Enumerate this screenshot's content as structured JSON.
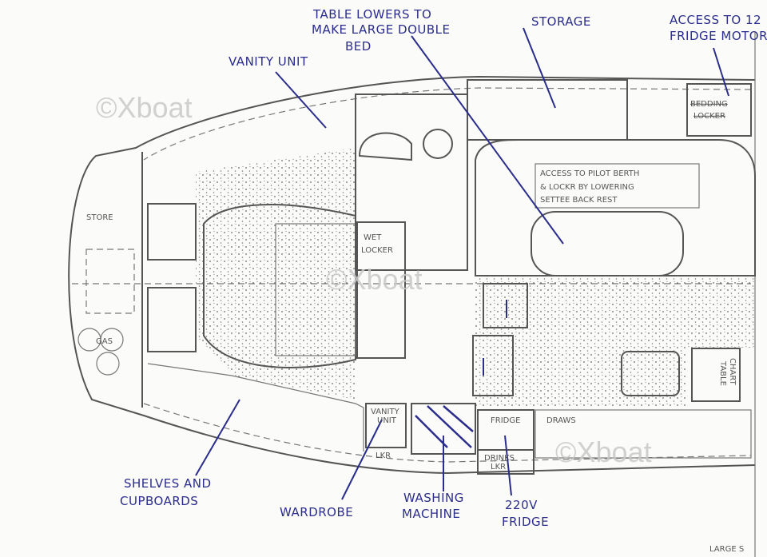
{
  "watermarks": [
    "©Xboat",
    "©Xboat",
    "©Xboat"
  ],
  "callouts": {
    "table_line1": "TABLE LOWERS TO",
    "table_line2": "MAKE LARGE DOUBLE",
    "table_line3": "BED",
    "storage": "STORAGE",
    "fridge_motor_line1": "ACCESS TO 12",
    "fridge_motor_line2": "FRIDGE MOTOR",
    "vanity_unit": "VANITY UNIT",
    "shelves_line1": "SHELVES AND",
    "shelves_line2": "CUPBOARDS",
    "wardrobe": "WARDROBE",
    "washing_line1": "WASHING",
    "washing_line2": "MACHINE",
    "fridge220_line1": "220V",
    "fridge220_line2": "FRIDGE"
  },
  "plan_labels": {
    "bedding_line1": "BEDDING",
    "bedding_line2": "LOCKER",
    "pilot_line1": "ACCESS TO PILOT BERTH",
    "pilot_line2": "& LOCKR BY LOWERING",
    "pilot_line3": "SETTEE BACK REST",
    "store": "STORE",
    "gas": "GAS",
    "wet_line1": "WET",
    "wet_line2": "LOCKER",
    "vanity_line1": "VANITY",
    "vanity_line2": "UNIT",
    "lkr": "LKR",
    "fridge": "FRIDGE",
    "draws": "DRAWS",
    "drinks_line1": "DRINKS",
    "drinks_line2": "LKR",
    "chart_line1": "CHART",
    "chart_line2": "TABLE",
    "corner_note": "LARGE S"
  }
}
